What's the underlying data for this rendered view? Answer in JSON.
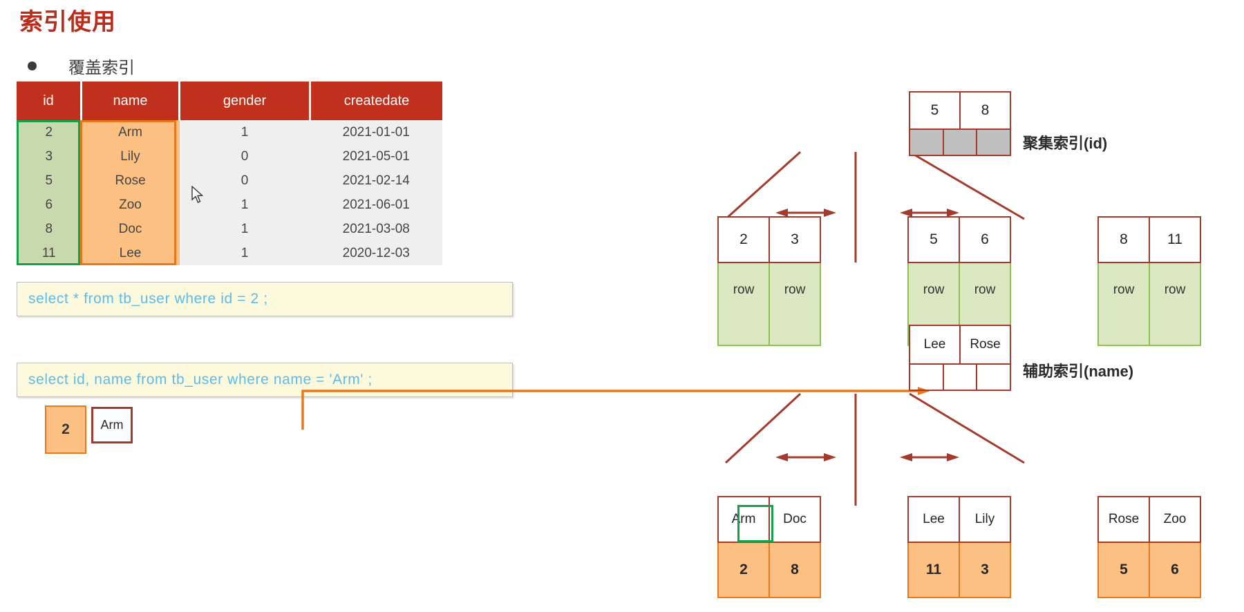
{
  "slide": {
    "title": "索引使用",
    "bullet": "覆盖索引"
  },
  "table": {
    "headers": [
      "id",
      "name",
      "gender",
      "createdate"
    ],
    "rows": [
      {
        "id": "2",
        "name": "Arm",
        "gender": "1",
        "createdate": "2021-01-01"
      },
      {
        "id": "3",
        "name": "Lily",
        "gender": "0",
        "createdate": "2021-05-01"
      },
      {
        "id": "5",
        "name": "Rose",
        "gender": "0",
        "createdate": "2021-02-14"
      },
      {
        "id": "6",
        "name": "Zoo",
        "gender": "1",
        "createdate": "2021-06-01"
      },
      {
        "id": "8",
        "name": "Doc",
        "gender": "1",
        "createdate": "2021-03-08"
      },
      {
        "id": "11",
        "name": "Lee",
        "gender": "1",
        "createdate": "2020-12-03"
      }
    ],
    "highlight_columns": [
      "id",
      "name"
    ],
    "colors": {
      "header_bg": "#c0301c",
      "id_cell_bg": "#c9d9ae",
      "id_border": "#13a14a",
      "name_cell_bg": "#fcc083",
      "name_border": "#e8791a",
      "other_cell_bg": "#efefef"
    }
  },
  "queries": [
    {
      "text": "select * from tb_user where id = 2 ;"
    },
    {
      "text": "select id, name from tb_user where name = 'Arm' ;"
    }
  ],
  "result_cells": {
    "id_value": "2",
    "name_value": "Arm"
  },
  "clustered_index": {
    "label": "聚集索引(id)",
    "root": {
      "keys": [
        "5",
        "8"
      ],
      "pointers": 3
    },
    "leaves": [
      {
        "keys": [
          "2",
          "3"
        ],
        "rows": [
          "row",
          "row"
        ]
      },
      {
        "keys": [
          "5",
          "6"
        ],
        "rows": [
          "row",
          "row"
        ]
      },
      {
        "keys": [
          "8",
          "11"
        ],
        "rows": [
          "row",
          "row"
        ]
      }
    ]
  },
  "secondary_index": {
    "label": "辅助索引(name)",
    "root": {
      "keys": [
        "Lee",
        "Rose"
      ],
      "pointers": 3
    },
    "leaves": [
      {
        "keys": [
          "Arm",
          "Doc"
        ],
        "values": [
          "2",
          "8"
        ],
        "highlight_key": "Arm"
      },
      {
        "keys": [
          "Lee",
          "Lily"
        ],
        "values": [
          "11",
          "3"
        ],
        "highlight_key": null
      },
      {
        "keys": [
          "Rose",
          "Zoo"
        ],
        "values": [
          "5",
          "6"
        ],
        "highlight_key": null
      }
    ]
  },
  "colors": {
    "title": "#b92d1d",
    "tree_border": "#a33b2c",
    "connector_orange": "#e8791a",
    "sql_text": "#5bbcea",
    "sql_bg": "#fdf9dd"
  }
}
